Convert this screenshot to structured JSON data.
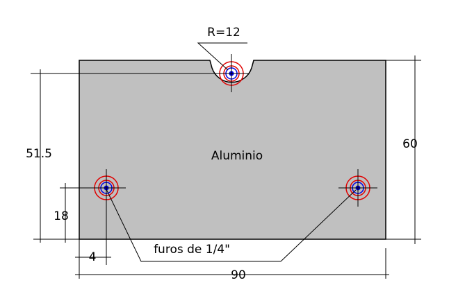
{
  "drawing": {
    "material_label": "Aluminio",
    "radius_label": "R=12",
    "holes_label": "furos de 1/4\"",
    "dimensions": {
      "width": "90",
      "height": "60",
      "top_hole_height": "51.5",
      "bottom_hole_height": "18",
      "hole_edge_offset": "4"
    }
  },
  "colors": {
    "plate_fill": "#c0c0c0",
    "outline": "#000000",
    "outer_ring": "#e00000",
    "inner_ring": "#0000e0",
    "background": "#ffffff"
  }
}
